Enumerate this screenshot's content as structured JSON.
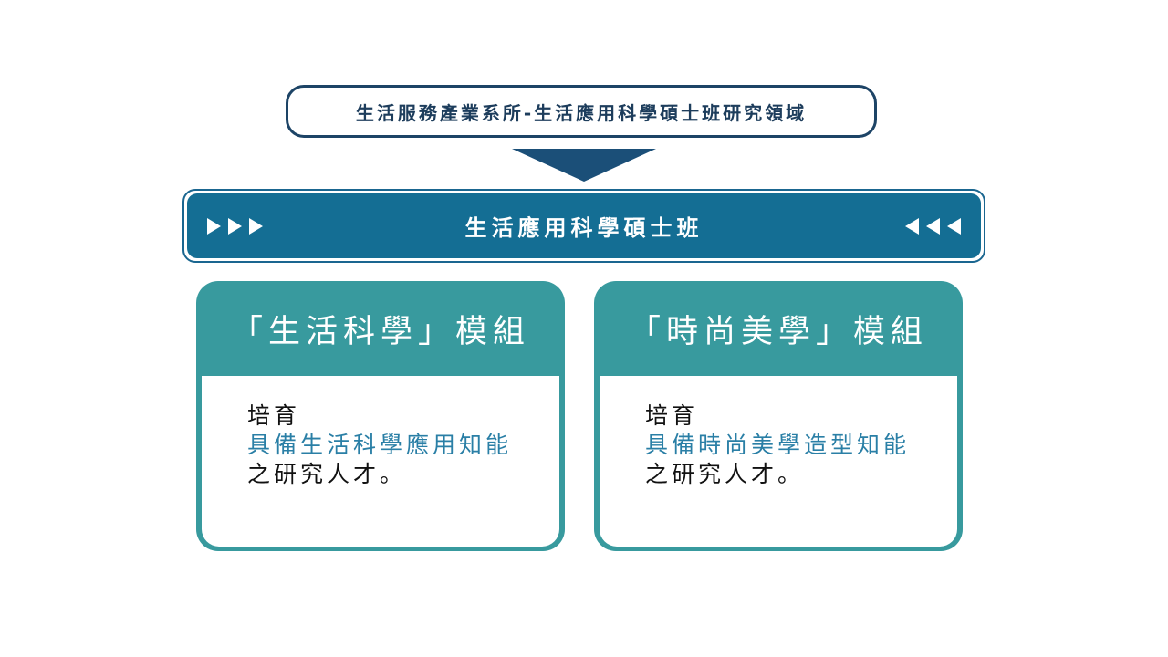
{
  "header": {
    "title": "生活服務產業系所-生活應用科學碩士班研究領域"
  },
  "program": {
    "title": "生活應用科學碩士班"
  },
  "modules": [
    {
      "title": "「生活科學」模組",
      "line1": "培育",
      "line2": "具備生活科學應用知能",
      "line3": "之研究人才。"
    },
    {
      "title": "「時尚美學」模組",
      "line1": "培育",
      "line2": "具備時尚美學造型知能",
      "line3": "之研究人才。"
    }
  ],
  "colors": {
    "dark_navy": "#1d4466",
    "program_blue": "#146e94",
    "module_teal": "#389a9e",
    "accent_text": "#2a7fa6"
  }
}
